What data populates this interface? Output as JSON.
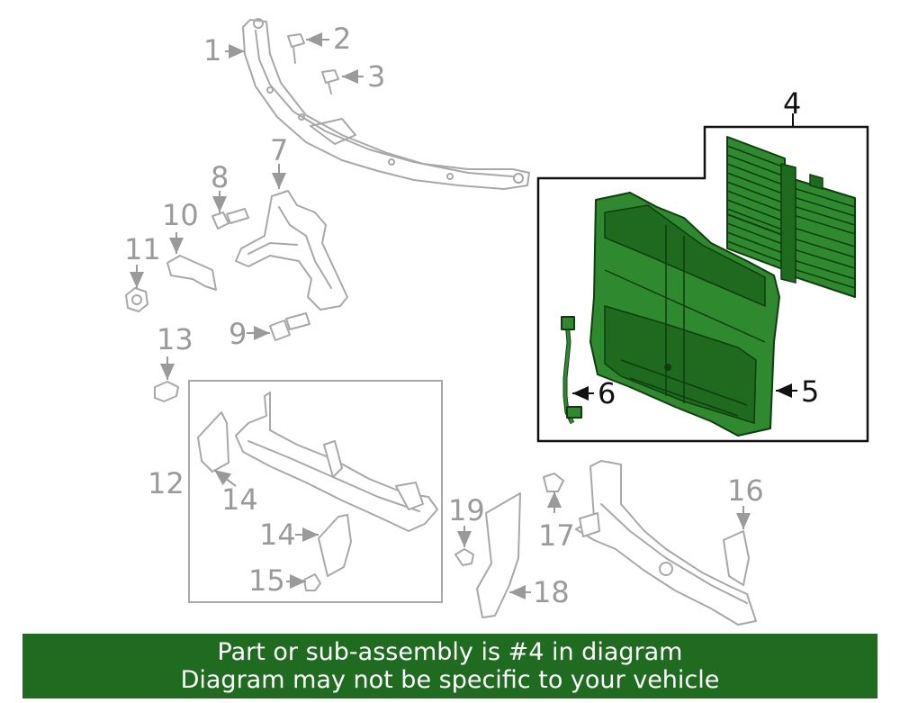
{
  "callouts": [
    {
      "id": "1",
      "text": "1"
    },
    {
      "id": "2",
      "text": "2"
    },
    {
      "id": "3",
      "text": "3"
    },
    {
      "id": "4",
      "text": "4"
    },
    {
      "id": "5",
      "text": "5"
    },
    {
      "id": "6",
      "text": "6"
    },
    {
      "id": "7",
      "text": "7"
    },
    {
      "id": "8",
      "text": "8"
    },
    {
      "id": "9",
      "text": "9"
    },
    {
      "id": "10",
      "text": "10"
    },
    {
      "id": "11",
      "text": "11"
    },
    {
      "id": "12",
      "text": "12"
    },
    {
      "id": "13",
      "text": "13"
    },
    {
      "id": "14a",
      "text": "14"
    },
    {
      "id": "14b",
      "text": "14"
    },
    {
      "id": "15",
      "text": "15"
    },
    {
      "id": "16",
      "text": "16"
    },
    {
      "id": "17",
      "text": "17"
    },
    {
      "id": "18",
      "text": "18"
    },
    {
      "id": "19",
      "text": "19"
    }
  ],
  "highlight_color": "#2f8a2f",
  "banner": {
    "line1": "Part or sub-assembly is #4 in diagram",
    "line2": "Diagram may not be specific to your vehicle",
    "background": "#1f6b1f"
  }
}
